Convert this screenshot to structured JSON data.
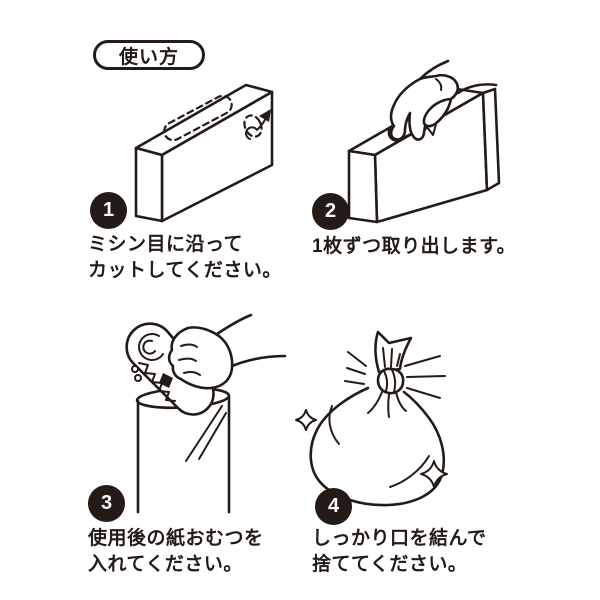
{
  "ink_color": "#241b17",
  "header": {
    "title": "使い方"
  },
  "steps": [
    {
      "number": "1",
      "line1": "ミシン目に沿って",
      "line2": "カットしてください。",
      "illustration": "perforated-box"
    },
    {
      "number": "2",
      "line1": "1枚ずつ取り出します。",
      "line2": "",
      "illustration": "hand-pulling-bag-from-box"
    },
    {
      "number": "3",
      "line1": "使用後の紙おむつを",
      "line2": "入れてください。",
      "illustration": "inserting-diaper-into-bag"
    },
    {
      "number": "4",
      "line1": "しっかり口を結んで",
      "line2": "捨ててください。",
      "illustration": "tied-bag-sparkling"
    }
  ]
}
